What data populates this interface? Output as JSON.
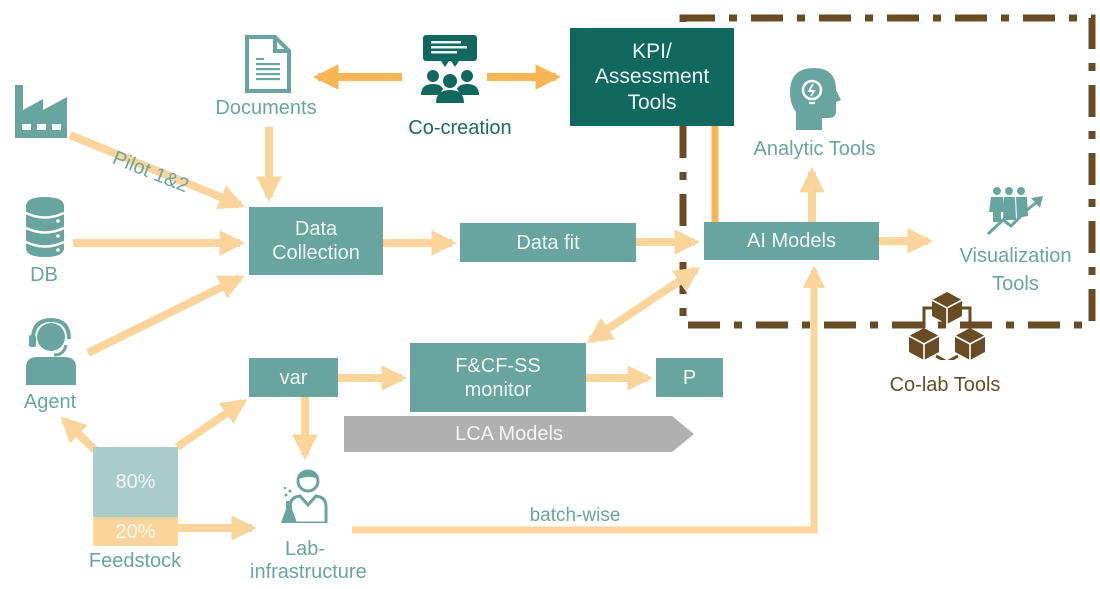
{
  "diagram": {
    "colors": {
      "teal": "#69a59f",
      "dark_teal": "#11685f",
      "arrow_orange_light": "#fbd49b",
      "arrow_orange": "#f7b556",
      "brown": "#6a4c24",
      "gray": "#b0b0b0",
      "feedstock_top": "#a9cccb",
      "feedstock_bottom": "#fbd49b"
    },
    "nodes": {
      "documents": {
        "label": "Documents",
        "icon": "document-icon"
      },
      "co_creation": {
        "label": "Co-creation",
        "icon": "team-discussion-icon"
      },
      "kpi": {
        "label_line1": "KPI/",
        "label_line2": "Assessment",
        "label_line3": "Tools"
      },
      "analytic_tools": {
        "label": "Analytic Tools",
        "icon": "head-lightbulb-icon"
      },
      "factory": {
        "icon": "factory-icon"
      },
      "pilot_edge_label": "Pilot 1&2",
      "db": {
        "label": "DB",
        "icon": "database-icon"
      },
      "agent": {
        "label": "Agent",
        "icon": "headset-agent-icon"
      },
      "data_collection": {
        "label_line1": "Data",
        "label_line2": "Collection"
      },
      "data_fit": {
        "label": "Data fit"
      },
      "ai_models": {
        "label": "AI Models"
      },
      "visualization_tools": {
        "label_line1": "Visualization",
        "label_line2": "Tools",
        "icon": "people-growth-chart-icon"
      },
      "colab_tools": {
        "label": "Co-lab Tools",
        "icon": "connected-cubes-icon"
      },
      "var": {
        "label": "var"
      },
      "fcf_monitor": {
        "label_line1": "F&CF-SS",
        "label_line2": "monitor"
      },
      "p": {
        "label": "P"
      },
      "lca_models": {
        "label": "LCA Models"
      },
      "feedstock": {
        "label": "Feedstock",
        "top_share": "80%",
        "bottom_share": "20%"
      },
      "lab": {
        "label_line1": "Lab-",
        "label_line2": "infrastructure",
        "icon": "scientist-icon"
      },
      "batch_edge_label": "batch-wise"
    }
  }
}
